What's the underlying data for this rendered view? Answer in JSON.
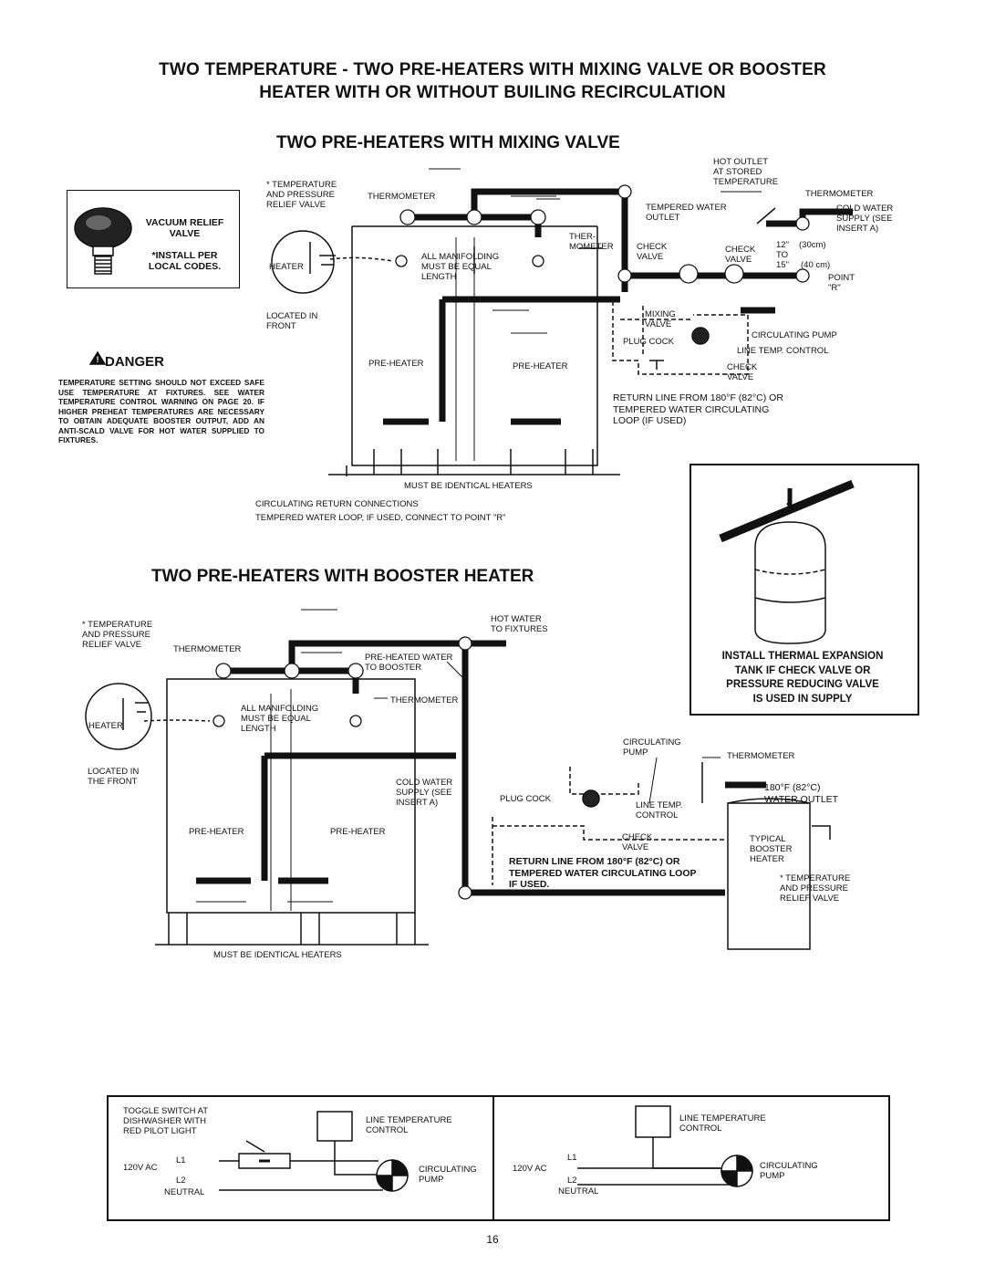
{
  "header": {
    "title_line1": "TWO TEMPERATURE - TWO PRE-HEATERS WITH MIXING VALVE OR BOOSTER",
    "title_line2": "HEATER WITH OR WITHOUT BUILING RECIRCULATION"
  },
  "diagram1": {
    "title": "TWO PRE-HEATERS WITH MIXING VALVE",
    "vacuum_box": {
      "label": "VACUUM RELIEF\nVALVE",
      "note": "*INSTALL PER\nLOCAL CODES."
    },
    "labels": {
      "temp_relief": "*  TEMPERATURE\n   AND PRESSURE\n   RELIEF VALVE",
      "thermometer1": "THERMOMETER",
      "hot_outlet": "HOT OUTLET\nAT STORED\nTEMPERATURE",
      "thermometer2": "THERMOMETER",
      "tempered_outlet": "TEMPERED WATER\nOUTLET",
      "cold_supply": "COLD WATER\nSUPPLY (SEE\nINSERT A)",
      "ther_mometer": "THER-\nMOMETER",
      "check_valve1": "CHECK\nVALVE",
      "check_valve2": "CHECK\nVALVE",
      "to": "12\"\nTO\n15\"",
      "cm30": "(30cm)",
      "cm40": "(40 cm)",
      "point_r": "POINT\n\"R\"",
      "heater": "HEATER",
      "all_manifolding": "ALL MANIFOLDING\nMUST BE EQUAL\nLENGTH",
      "located_front": "LOCATED IN\nFRONT",
      "mixing_valve": "MIXING\nVALVE",
      "plug_cock": "PLUG COCK",
      "circ_pump": "CIRCULATING PUMP",
      "line_temp": "LINE TEMP. CONTROL",
      "check_valve3": "CHECK\nVALVE",
      "preheater1": "PRE-HEATER",
      "preheater2": "PRE-HEATER",
      "return_line": "RETURN LINE FROM 180°F (82°C) OR\nTEMPERED WATER CIRCULATING\nLOOP (IF USED)",
      "identical": "MUST BE IDENTICAL HEATERS",
      "circ_return": "CIRCULATING RETURN CONNECTIONS",
      "tempered_loop": "TEMPERED WATER LOOP, IF USED, CONNECT TO POINT \"R\""
    }
  },
  "danger": {
    "heading": "DANGER",
    "text": "TEMPERATURE SETTING SHOULD NOT EXCEED SAFE USE TEMPERATURE AT FIXTURES. SEE WATER TEMPERATURE CONTROL WARNING ON PAGE 20. IF HIGHER PREHEAT TEMPERATURES ARE NECESSARY TO OBTAIN ADEQUATE BOOSTER OUTPUT, ADD AN ANTI-SCALD VALVE FOR HOT WATER SUPPLIED TO FIXTURES."
  },
  "insert_a": {
    "text": "INSTALL THERMAL EXPANSION\nTANK IF CHECK VALVE OR\nPRESSURE REDUCING VALVE\nIS USED IN SUPPLY"
  },
  "diagram2": {
    "title": "TWO PRE-HEATERS WITH BOOSTER HEATER",
    "labels": {
      "temp_relief": "*  TEMPERATURE\n   AND PRESSURE\n   RELIEF VALVE",
      "thermometer1": "THERMOMETER",
      "hot_water": "HOT WATER\nTO FIXTURES",
      "preheated": "PRE-HEATED WATER\nTO BOOSTER",
      "thermometer2": "THERMOMETER",
      "heater": "HEATER",
      "all_manifolding": "ALL MANIFOLDING\nMUST BE EQUAL\nLENGTH",
      "located_front": "LOCATED IN\nTHE FRONT",
      "cold_supply": "COLD WATER\nSUPPLY (SEE\nINSERT A)",
      "circ_pump": "CIRCULATING\nPUMP",
      "thermometer3": "THERMOMETER",
      "plug_cock": "PLUG COCK",
      "line_temp": "LINE TEMP.\nCONTROL",
      "water_outlet": "180°F (82°C)\nWATER OUTLET",
      "check_valve": "CHECK\nVALVE",
      "typical_booster": "TYPICAL\nBOOSTER\nHEATER",
      "temp_relief2": "*  TEMPERATURE\n   AND PRESSURE\n   RELIEF VALVE",
      "preheater1": "PRE-HEATER",
      "preheater2": "PRE-HEATER",
      "return_line": "RETURN LINE FROM 180°F (82°C) OR\nTEMPERED WATER CIRCULATING LOOP\nIF USED.",
      "identical": "MUST BE IDENTICAL HEATERS"
    }
  },
  "wiring": {
    "left": {
      "toggle": "TOGGLE SWITCH AT\nDISHWASHER WITH\nRED PILOT LIGHT",
      "line_temp": "LINE TEMPERATURE\nCONTROL",
      "l1": "L1",
      "v120": "120V AC",
      "l2": "L2",
      "neutral": "NEUTRAL",
      "pump": "CIRCULATING\nPUMP"
    },
    "right": {
      "line_temp": "LINE TEMPERATURE\nCONTROL",
      "l1": "L1",
      "v120": "120V AC",
      "l2": "L2",
      "neutral": "NEUTRAL",
      "pump": "CIRCULATING\nPUMP"
    }
  },
  "page_number": "16"
}
